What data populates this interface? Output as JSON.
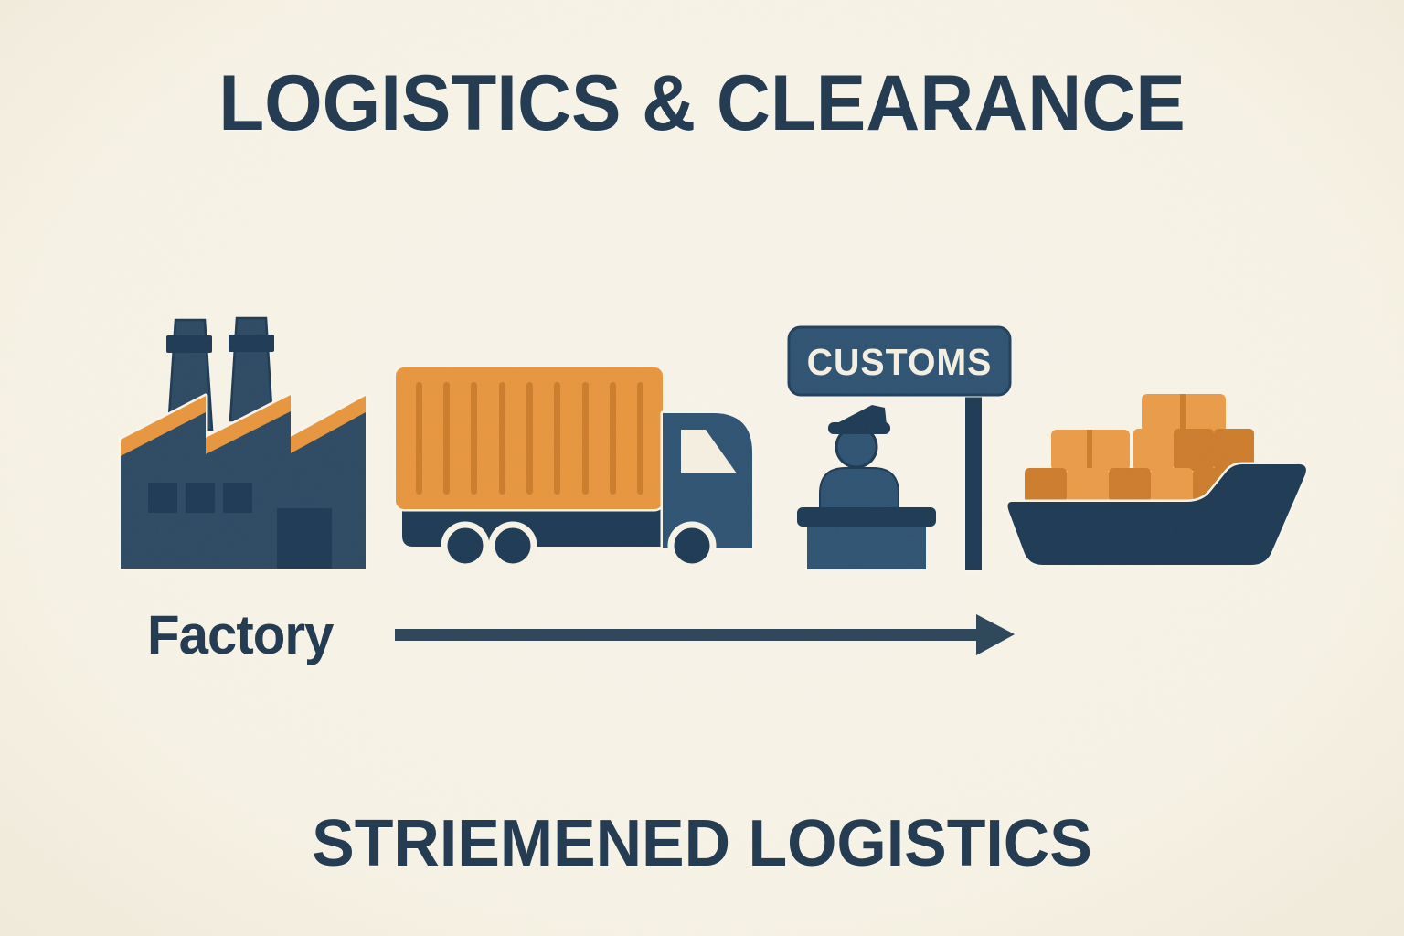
{
  "title": "LOGISTICS & CLEARANCE",
  "footer_title": "STRIEMENED LOGISTICS",
  "labels": {
    "factory": "Factory",
    "customs_sign": "CUSTOMS"
  },
  "flow": {
    "direction": "left-to-right",
    "stages": [
      {
        "icon": "factory-icon",
        "label": "Factory"
      },
      {
        "icon": "cargo-truck-icon",
        "label": ""
      },
      {
        "icon": "customs-booth-icon",
        "sign_text": "CUSTOMS"
      },
      {
        "icon": "cargo-ship-icon",
        "label": ""
      }
    ]
  },
  "colors": {
    "bg": "#f7f3e6",
    "ink": "#21394f",
    "navy": "#1e3a54",
    "factory": "#2d4a63",
    "blue": "#2e5372",
    "orange": "#e8963e",
    "orange-dark": "#cd7d2c",
    "orange-light": "#ea9c48",
    "cream": "#f5f0e1",
    "arrow": "#2c4558"
  }
}
